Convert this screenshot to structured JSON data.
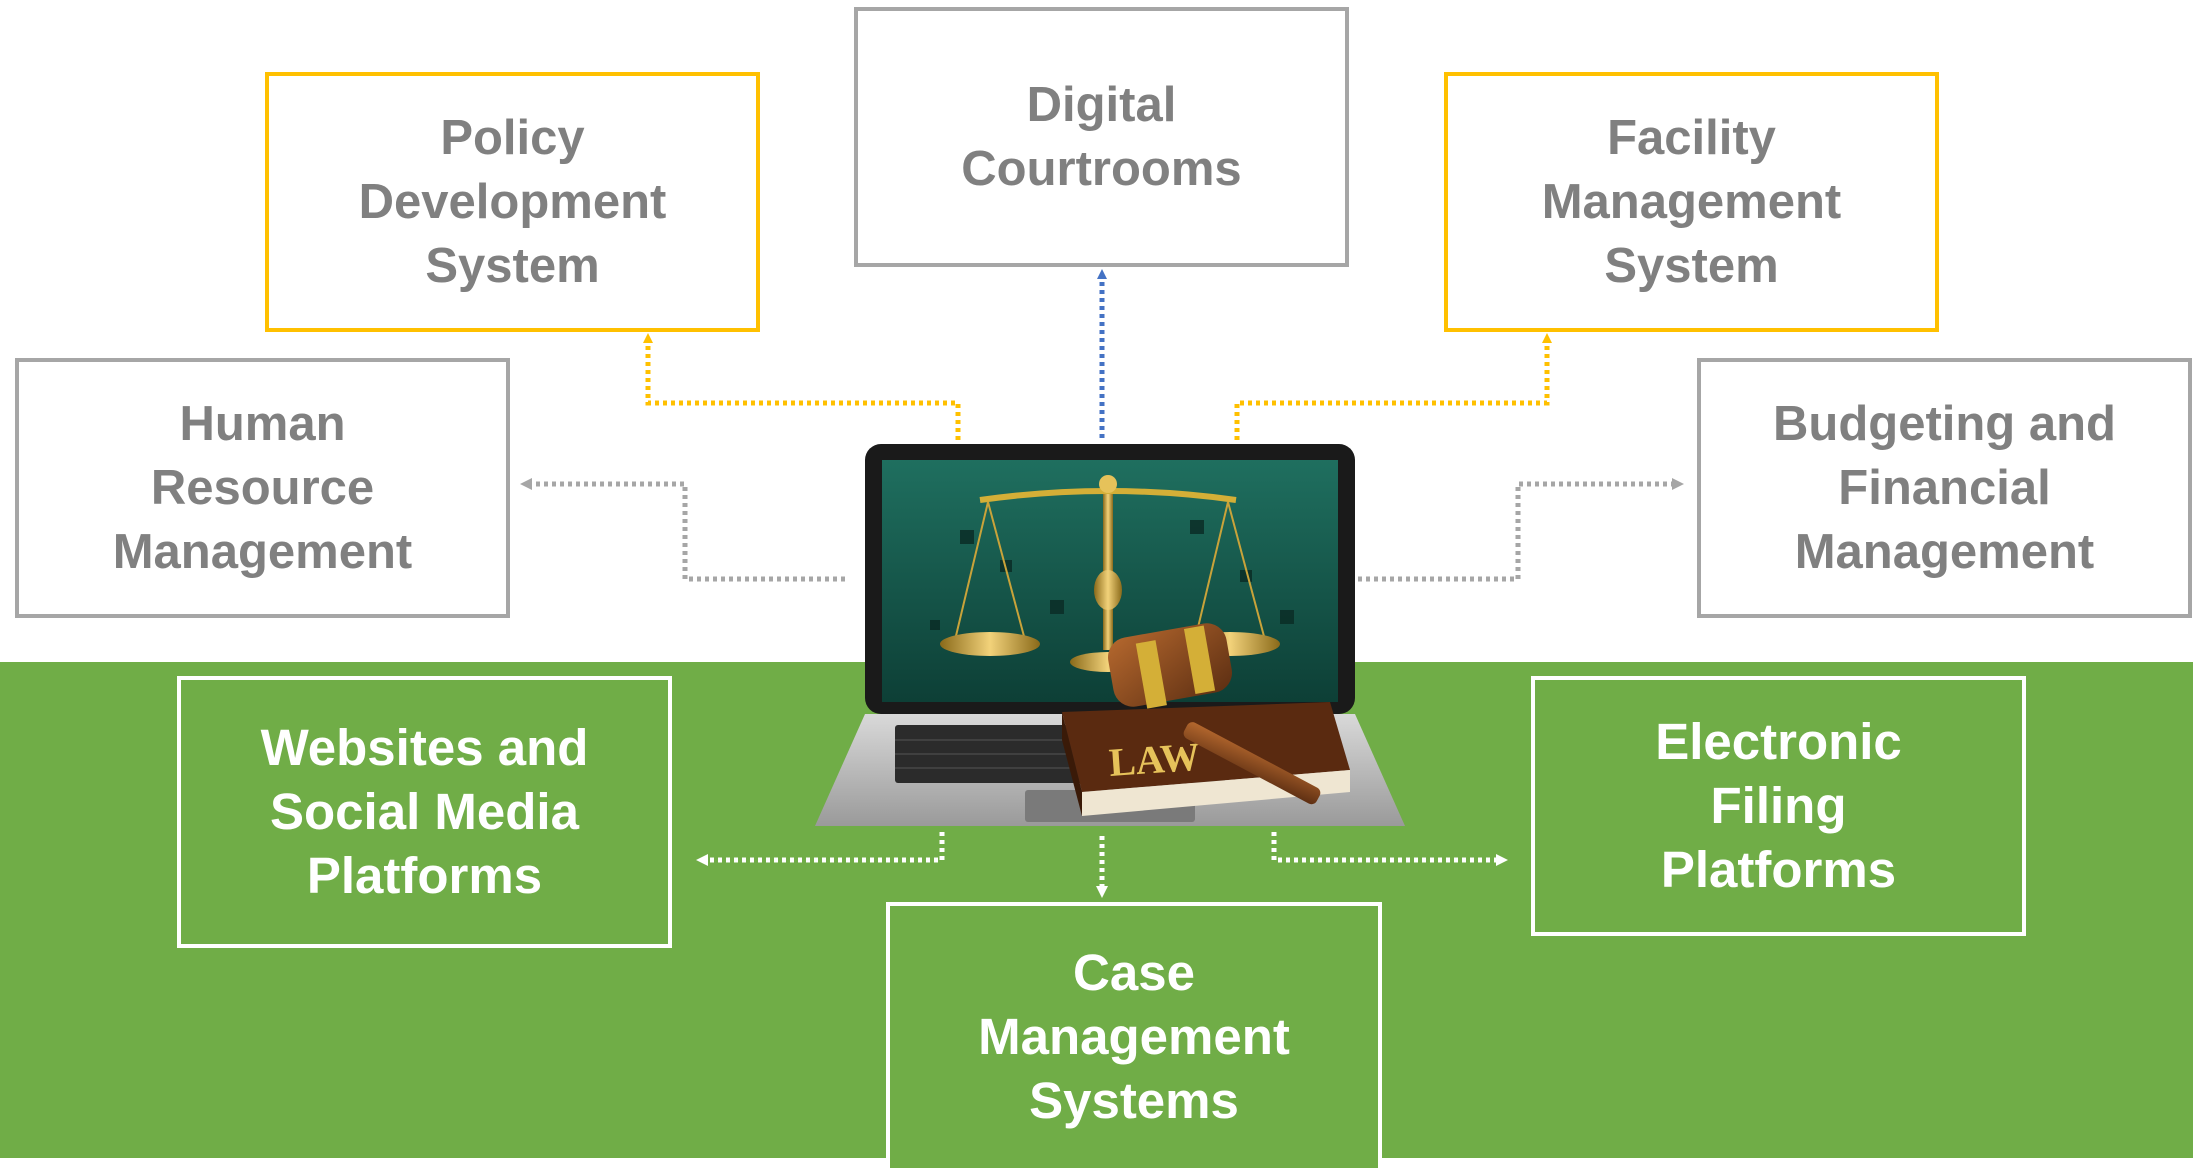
{
  "diagram": {
    "nodes": {
      "digital_courtrooms": "Digital\nCourtrooms",
      "policy_development": "Policy\nDevelopment\nSystem",
      "facility_management": "Facility\nManagement\nSystem",
      "human_resource": "Human\nResource\nManagement",
      "budgeting_financial": "Budgeting and\nFinancial\nManagement",
      "websites_social": "Websites and\nSocial Media\nPlatforms",
      "electronic_filing": "Electronic\nFiling\nPlatforms",
      "case_management": "Case\nManagement\nSystems"
    },
    "center": {
      "book_label": "LAW"
    },
    "colors": {
      "band_green": "#70ad47",
      "gray_border": "#a6a6a6",
      "gold_border": "#ffc000",
      "blue_arrow": "#4472c4",
      "gray_text": "#808080"
    }
  }
}
